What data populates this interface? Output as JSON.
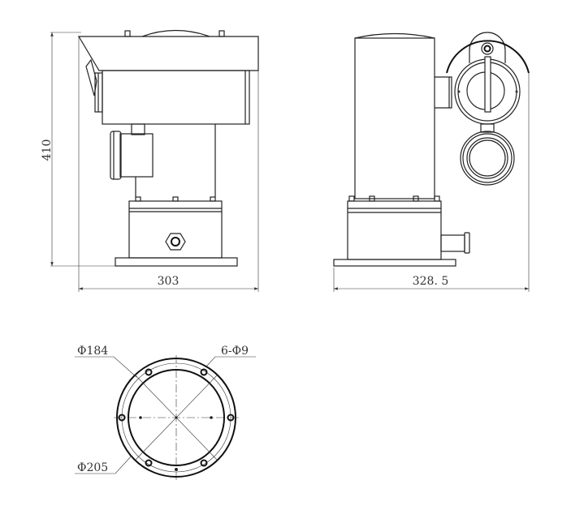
{
  "drawing": {
    "side_view": {
      "height_dimension": "410",
      "width_dimension": "303"
    },
    "front_view": {
      "width_dimension": "328. 5"
    },
    "base_view": {
      "inner_diameter_label": "Φ184",
      "hole_label": "6-Φ9",
      "outer_diameter_label": "Φ205"
    }
  }
}
